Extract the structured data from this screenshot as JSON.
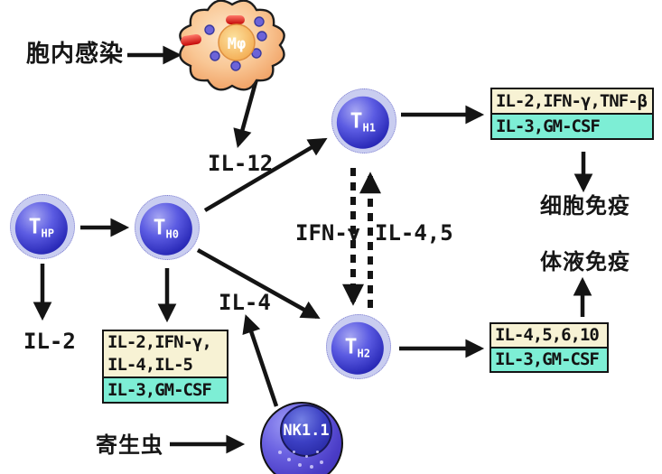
{
  "diagram": {
    "labels": {
      "intracellular_infection": "胞内感染",
      "il12": "IL-12",
      "il2": "IL-2",
      "ifn_gamma": "IFN-γ",
      "il45": "IL-4,5",
      "il4": "IL-4",
      "cellular_immunity": "细胞免疫",
      "humoral_immunity": "体液免疫",
      "parasite": "寄生虫"
    },
    "cells": {
      "macrophage": {
        "label": "Mφ"
      },
      "thp": {
        "main": "T",
        "sub": "HP"
      },
      "th0": {
        "main": "T",
        "sub": "H0"
      },
      "th1": {
        "main": "T",
        "sub": "H1"
      },
      "th2": {
        "main": "T",
        "sub": "H2"
      },
      "nk11": {
        "label": "NK1.1"
      }
    },
    "boxes": {
      "th0_products": {
        "cream_lines": [
          "IL-2,IFN-γ,",
          "IL-4,IL-5"
        ],
        "cyan_line": "IL-3,GM-CSF"
      },
      "th1_products": {
        "cream_line": "IL-2,IFN-γ,TNF-β",
        "cyan_line": "IL-3,GM-CSF"
      },
      "th2_products": {
        "cream_line": "IL-4,5,6,10",
        "cyan_line": "IL-3,GM-CSF"
      }
    },
    "colors": {
      "box_cream": "#f7f2d4",
      "box_cyan": "#7deed5",
      "cell_blue": "#2a2ab8",
      "cell_ring": "#c9cdf0",
      "nk_purple": "#4a3cc6",
      "macrophage_orange": "#f6b075",
      "bacteria_red": "#e21212",
      "arrow_black": "#141414",
      "background": "#ffffff"
    }
  }
}
